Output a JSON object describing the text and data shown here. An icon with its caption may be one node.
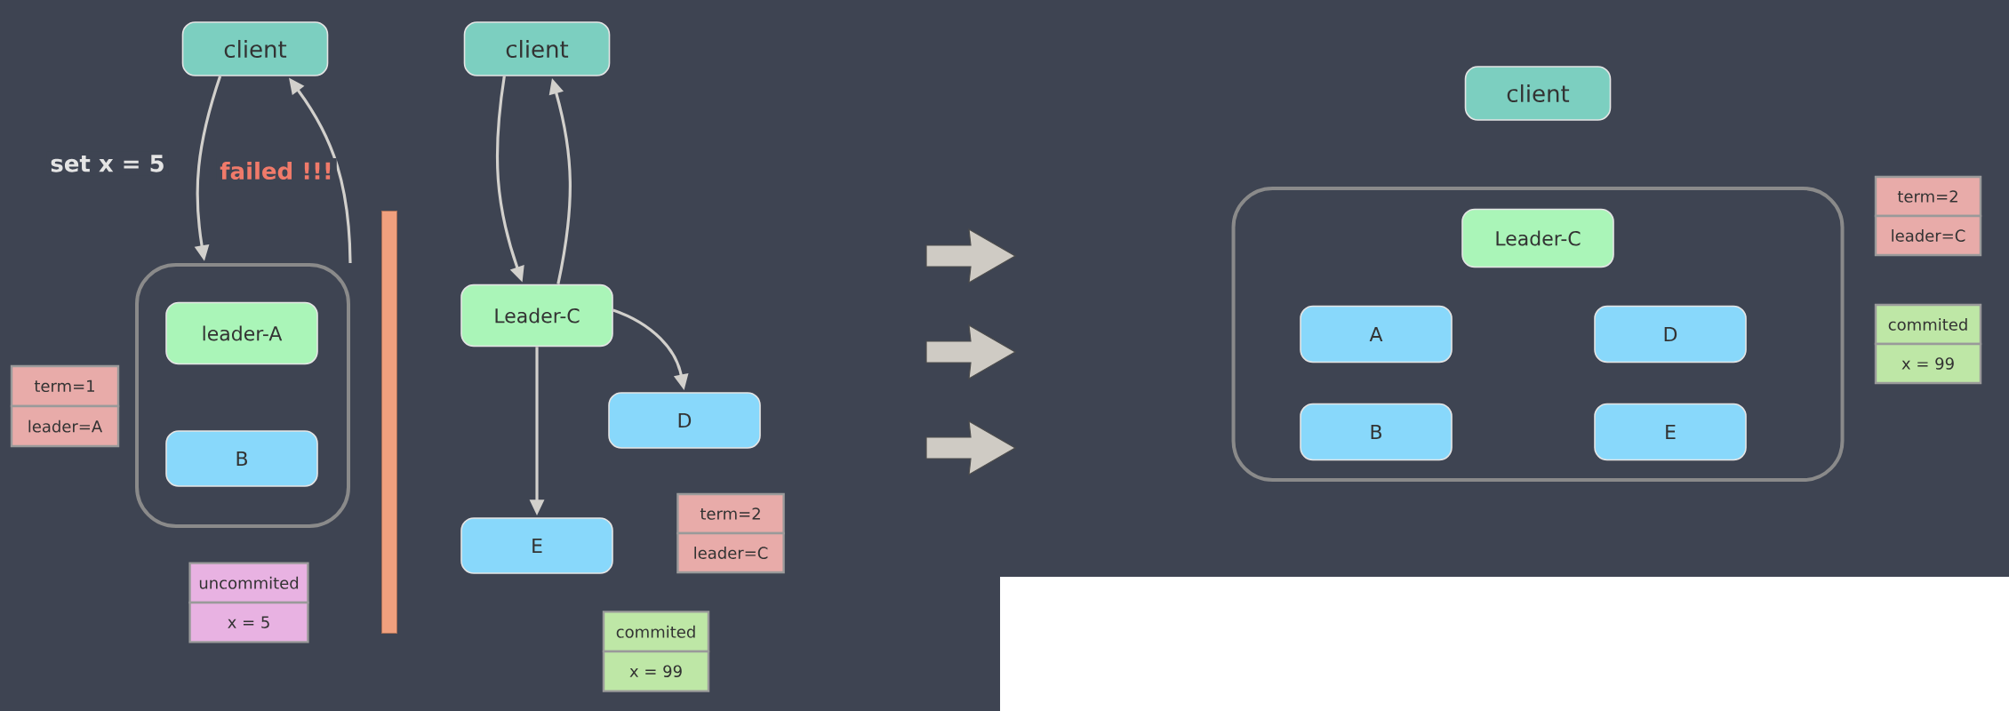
{
  "diagram": {
    "nodes": [
      {
        "text": [
          "client"
        ]
      },
      {
        "text": [],
        "shape": "box"
      },
      {
        "text": [
          "leader-A"
        ],
        "in": 1
      },
      {
        "text": [
          "B"
        ],
        "in": 1
      },
      {
        "text": [
          "term=1",
          "leader=A"
        ]
      },
      {
        "text": [
          "uncommited",
          "x = 5"
        ]
      },
      {
        "text": [
          "client"
        ]
      },
      {
        "text": [
          "Leader-C"
        ]
      },
      {
        "text": [
          "D"
        ]
      },
      {
        "text": [
          "E"
        ]
      },
      {
        "text": [
          "term=2",
          "leader=C"
        ]
      },
      {
        "text": [
          "commited",
          "x = 99"
        ]
      },
      {
        "text": [
          "client"
        ]
      },
      {
        "text": [],
        "shape": "box"
      },
      {
        "text": [
          "Leader-C"
        ],
        "in": 13
      },
      {
        "text": [
          "A"
        ],
        "in": 13
      },
      {
        "text": [
          "D"
        ],
        "in": 13
      },
      {
        "text": [
          "B"
        ],
        "in": 13
      },
      {
        "text": [
          "E"
        ],
        "in": 13
      },
      {
        "text": [
          "term=2",
          "leader=C"
        ]
      },
      {
        "text": [
          "commited",
          "x = 99"
        ]
      },
      {
        "text": [],
        "shape": "bar"
      }
    ],
    "edges": [
      {
        "from": 0,
        "to": 1,
        "arrow": "to",
        "label": "set x = 5"
      },
      {
        "from": 1,
        "to": 0,
        "arrow": "to",
        "label": "failed !!!"
      },
      {
        "from": 6,
        "to": 7,
        "arrow": "to"
      },
      {
        "from": 7,
        "to": 6,
        "arrow": "to"
      },
      {
        "from": 7,
        "to": 8,
        "arrow": "to"
      },
      {
        "from": 7,
        "to": 9,
        "arrow": "to"
      }
    ]
  }
}
